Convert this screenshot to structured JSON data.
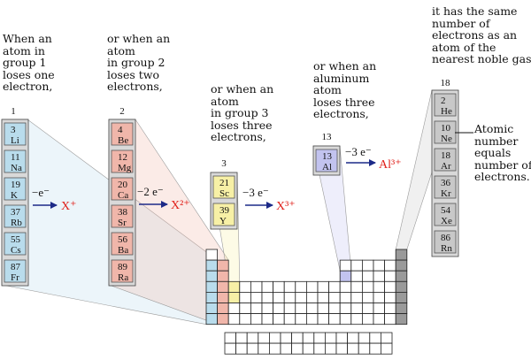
{
  "captions": {
    "group1": "When an\natom in\ngroup 1\nloses one\nelectron,",
    "group2": "or when an\natom\nin group 2\nloses two\nelectrons,",
    "group3": "or when an\natom\nin group 3\nloses three\nelectrons,",
    "aluminum": "or when an\naluminum\natom\nloses three\nelectrons,",
    "noble": "it has the same\nnumber of\nelectrons as an\natom of the\nnearest noble gas.",
    "atomic_number_note": "Atomic\nnumber\nequals\nnumber of\nelectrons."
  },
  "groups": [
    {
      "label": "1",
      "color": "#b9dcec",
      "elements": [
        {
          "z": "3",
          "sym": "Li"
        },
        {
          "z": "11",
          "sym": "Na"
        },
        {
          "z": "19",
          "sym": "K"
        },
        {
          "z": "37",
          "sym": "Rb"
        },
        {
          "z": "55",
          "sym": "Cs"
        },
        {
          "z": "87",
          "sym": "Fr"
        }
      ]
    },
    {
      "label": "2",
      "color": "#f0b6aa",
      "elements": [
        {
          "z": "4",
          "sym": "Be"
        },
        {
          "z": "12",
          "sym": "Mg"
        },
        {
          "z": "20",
          "sym": "Ca"
        },
        {
          "z": "38",
          "sym": "Sr"
        },
        {
          "z": "56",
          "sym": "Ba"
        },
        {
          "z": "89",
          "sym": "Ra"
        }
      ]
    },
    {
      "label": "3",
      "color": "#f7f0a6",
      "elements": [
        {
          "z": "21",
          "sym": "Sc"
        },
        {
          "z": "39",
          "sym": "Y"
        }
      ]
    },
    {
      "label": "13",
      "color": "#c2c3ef",
      "elements": [
        {
          "z": "13",
          "sym": "Al"
        }
      ]
    },
    {
      "label": "18",
      "color": "#c8c8c8",
      "elements": [
        {
          "z": "2",
          "sym": "He"
        },
        {
          "z": "10",
          "sym": "Ne"
        },
        {
          "z": "18",
          "sym": "Ar"
        },
        {
          "z": "36",
          "sym": "Kr"
        },
        {
          "z": "54",
          "sym": "Xe"
        },
        {
          "z": "86",
          "sym": "Rn"
        }
      ]
    }
  ],
  "reactions": [
    {
      "loss": "−e⁻",
      "ion": "X⁺"
    },
    {
      "loss": "−2 e⁻",
      "ion": "X²⁺"
    },
    {
      "loss": "−3 e⁻",
      "ion": "X³⁺"
    },
    {
      "loss": "−3 e⁻",
      "ion": "Al³⁺"
    }
  ],
  "colors": {
    "arrow": "#1c2a88",
    "ion": "#e0201a",
    "cell_border": "#555555"
  }
}
